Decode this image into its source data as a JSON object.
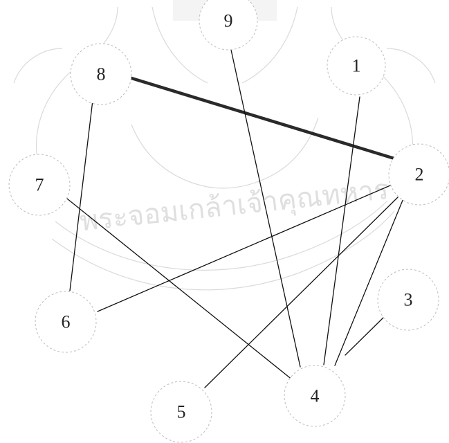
{
  "nodes": [
    {
      "id": "1",
      "label": "1"
    },
    {
      "id": "2",
      "label": "2"
    },
    {
      "id": "3",
      "label": "3"
    },
    {
      "id": "4",
      "label": "4"
    },
    {
      "id": "5",
      "label": "5"
    },
    {
      "id": "6",
      "label": "6"
    },
    {
      "id": "7",
      "label": "7"
    },
    {
      "id": "8",
      "label": "8"
    },
    {
      "id": "9",
      "label": "9"
    }
  ],
  "edges": [
    {
      "from": "8",
      "to": "2",
      "emphasis": "bold"
    },
    {
      "from": "8",
      "to": "6",
      "emphasis": "normal"
    },
    {
      "from": "9",
      "to": "4",
      "emphasis": "normal"
    },
    {
      "from": "1",
      "to": "4",
      "emphasis": "normal"
    },
    {
      "from": "7",
      "to": "4",
      "emphasis": "normal"
    },
    {
      "from": "2",
      "to": "6",
      "emphasis": "normal"
    },
    {
      "from": "2",
      "to": "5",
      "emphasis": "normal"
    },
    {
      "from": "2",
      "to": "4",
      "emphasis": "normal"
    },
    {
      "from": "3",
      "to": "4",
      "emphasis": "normal"
    }
  ],
  "watermark": {
    "text": "พระจอมเกล้าเจ้าคุณทหาร",
    "color": "#d6d6d6"
  }
}
